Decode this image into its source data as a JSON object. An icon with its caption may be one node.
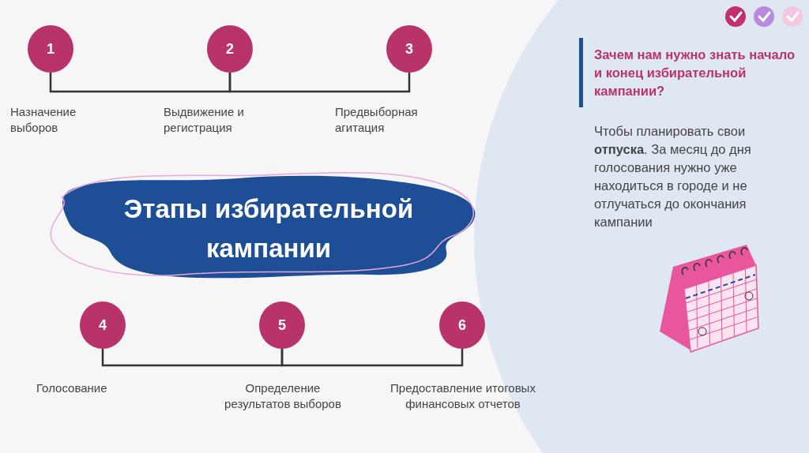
{
  "diagram": {
    "title": "**Этапы** избирательной кампании",
    "nodes": [
      {
        "text": [
          "1"
        ],
        "beside": [
          "Назначение выборов"
        ]
      },
      {
        "text": [
          "2"
        ],
        "beside": [
          "Выдвижение и регистрация"
        ]
      },
      {
        "text": [
          "3"
        ],
        "beside": [
          "Предвыборная агитация"
        ]
      },
      {
        "text": [
          "4"
        ],
        "beside": [
          "Голосование"
        ]
      },
      {
        "text": [
          "5"
        ],
        "beside": [
          "Определение результатов выборов"
        ]
      },
      {
        "text": [
          "6"
        ],
        "beside": [
          "Предоставление итоговых финансовых отчетов"
        ]
      }
    ],
    "edges": [
      {
        "from": 0,
        "to": 1,
        "arrow": "none"
      },
      {
        "from": 1,
        "to": 2,
        "arrow": "none"
      },
      {
        "from": 3,
        "to": 4,
        "arrow": "none"
      },
      {
        "from": 4,
        "to": 5,
        "arrow": "none"
      }
    ],
    "labels": [
      "Зачем нам нужно знать начало и конец избирательной кампании?",
      "Чтобы планировать свои **отпуска**. За месяц до дня голосования нужно уже находиться в городе и не отлучаться до окончания кампании"
    ]
  }
}
